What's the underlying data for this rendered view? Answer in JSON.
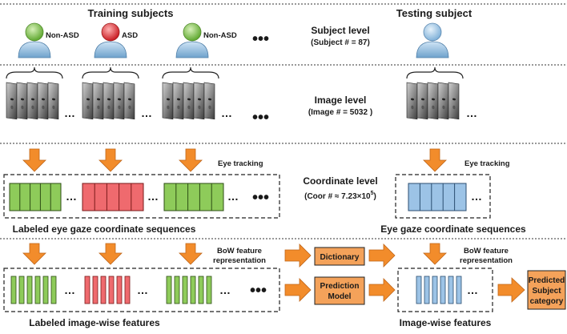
{
  "header": {
    "training_title": "Training subjects",
    "testing_title": "Testing subject"
  },
  "subjects": {
    "training": [
      {
        "label": "Non-ASD",
        "color": "#8ecb5a"
      },
      {
        "label": "ASD",
        "color": "#e8343a"
      },
      {
        "label": "Non-ASD",
        "color": "#8ecb5a"
      }
    ],
    "testing": {
      "label": "",
      "color": "#9cc3e6"
    }
  },
  "levels": {
    "subject": {
      "title": "Subject level",
      "detail": "(Subject # = 87)"
    },
    "image": {
      "title": "Image level",
      "detail": "(Image # = 5032 )"
    },
    "coordinate": {
      "title": "Coordinate level",
      "detail_prefix": "(Coor # ≈ 7.23×10",
      "detail_exp": "5",
      "detail_suffix": ")"
    }
  },
  "annotations": {
    "eye_tracking": "Eye tracking",
    "bow_line1": "BoW feature",
    "bow_line2": "representation"
  },
  "boxes": {
    "dictionary": "Dictionary",
    "prediction_line1": "Prediction",
    "prediction_line2": "Model",
    "predicted_line1": "Predicted",
    "predicted_line2": "Subject",
    "predicted_line3": "category"
  },
  "captions": {
    "labeled_sequences": "Labeled eye gaze coordinate sequences",
    "sequences": "Eye gaze coordinate sequences",
    "labeled_features": "Labeled image-wise features",
    "features": "Image-wise features"
  },
  "ellipsis": "…",
  "big_ellipsis": "•••",
  "colors": {
    "non_asd": "#8ecb5a",
    "asd": "#ef6a6e",
    "test": "#9cc3e6",
    "arrow": "#f28c2b",
    "arrow_stroke": "#c0661a",
    "box_fill": "#f4a25a"
  }
}
